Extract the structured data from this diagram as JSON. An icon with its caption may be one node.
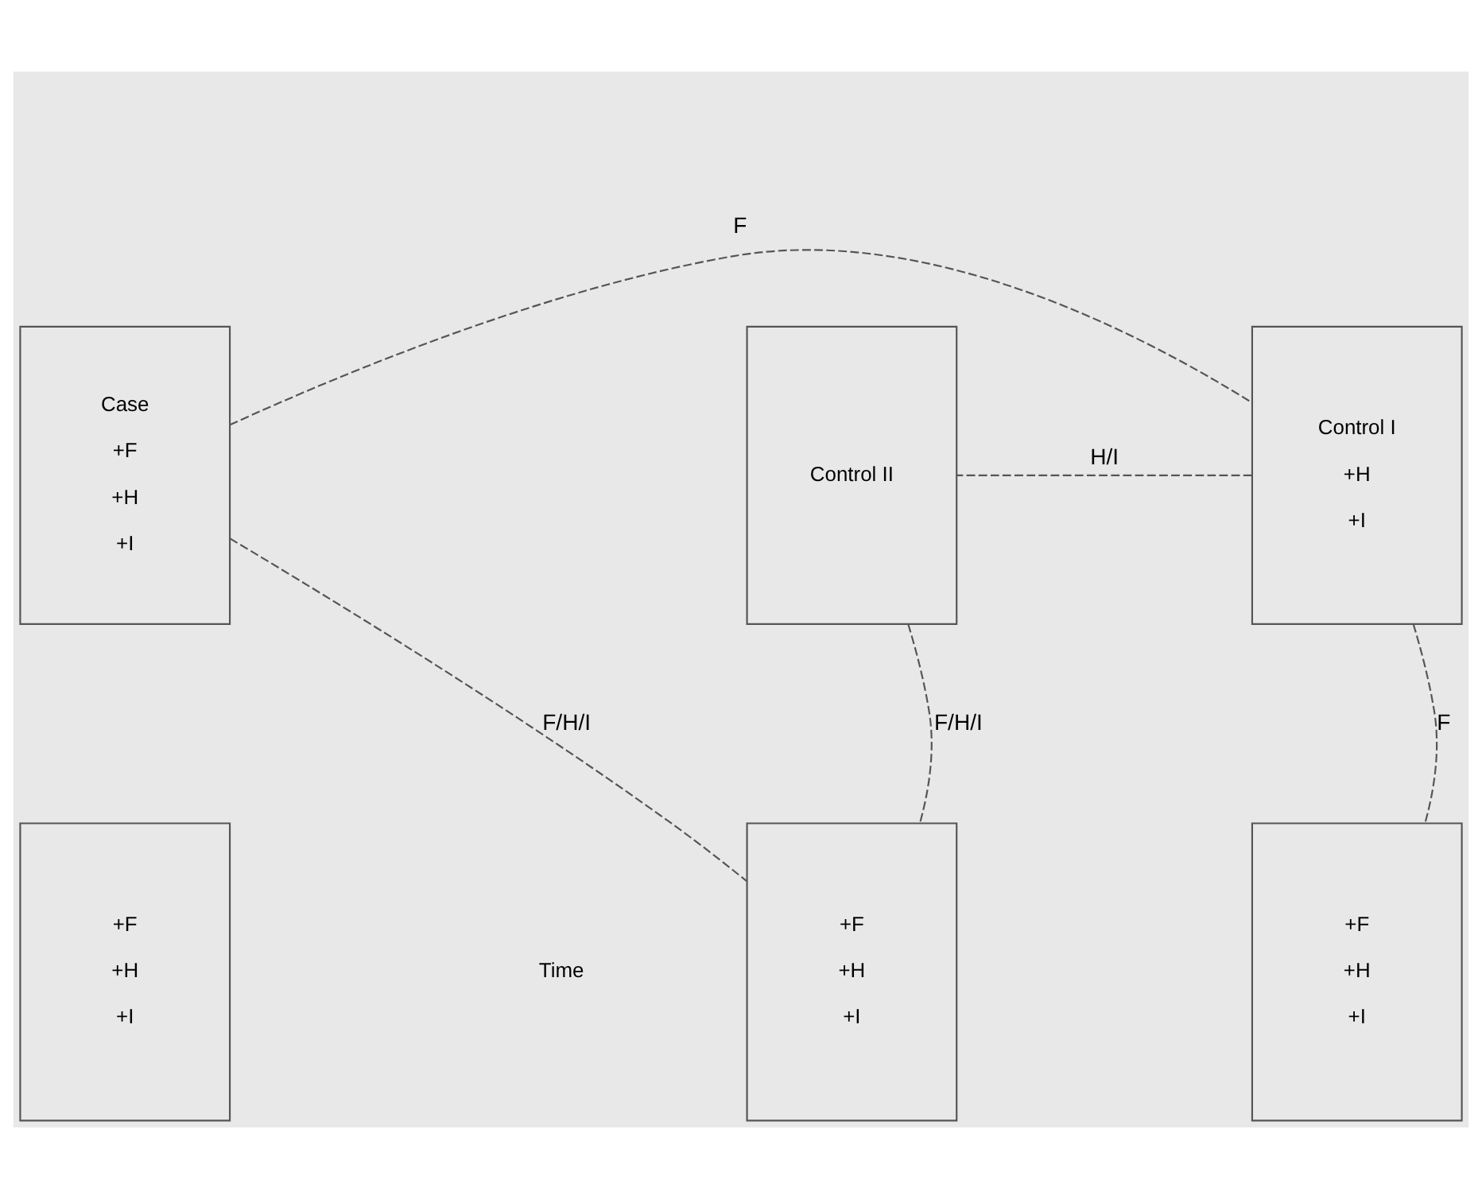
{
  "diagram": {
    "nodes": [
      {
        "text": [
          "Case",
          "+F",
          "+H",
          "+I"
        ]
      },
      {
        "text": [
          "Control I",
          "+H",
          "+I"
        ]
      },
      {
        "text": [
          "Control II"
        ]
      },
      {
        "text": [
          "+F",
          "+H",
          "+I"
        ]
      },
      {
        "text": [
          "+F",
          "+H",
          "+I"
        ]
      },
      {
        "text": [
          "+F",
          "+H",
          "+I"
        ]
      }
    ],
    "edges": [
      {
        "from": 0,
        "to": 1,
        "arrow": "none",
        "label": "F",
        "style": "dashed"
      },
      {
        "from": 1,
        "to": 2,
        "arrow": "none",
        "label": "H/I",
        "style": "dashed"
      },
      {
        "from": 0,
        "to": 5,
        "arrow": "none",
        "label": "F/H/I",
        "style": "dashed"
      },
      {
        "from": 1,
        "to": 4,
        "arrow": "none",
        "label": "F",
        "style": "dashed"
      },
      {
        "from": 2,
        "to": 5,
        "arrow": "none",
        "label": "F/H/I",
        "style": "dashed"
      }
    ],
    "labels": [
      "Time"
    ]
  }
}
